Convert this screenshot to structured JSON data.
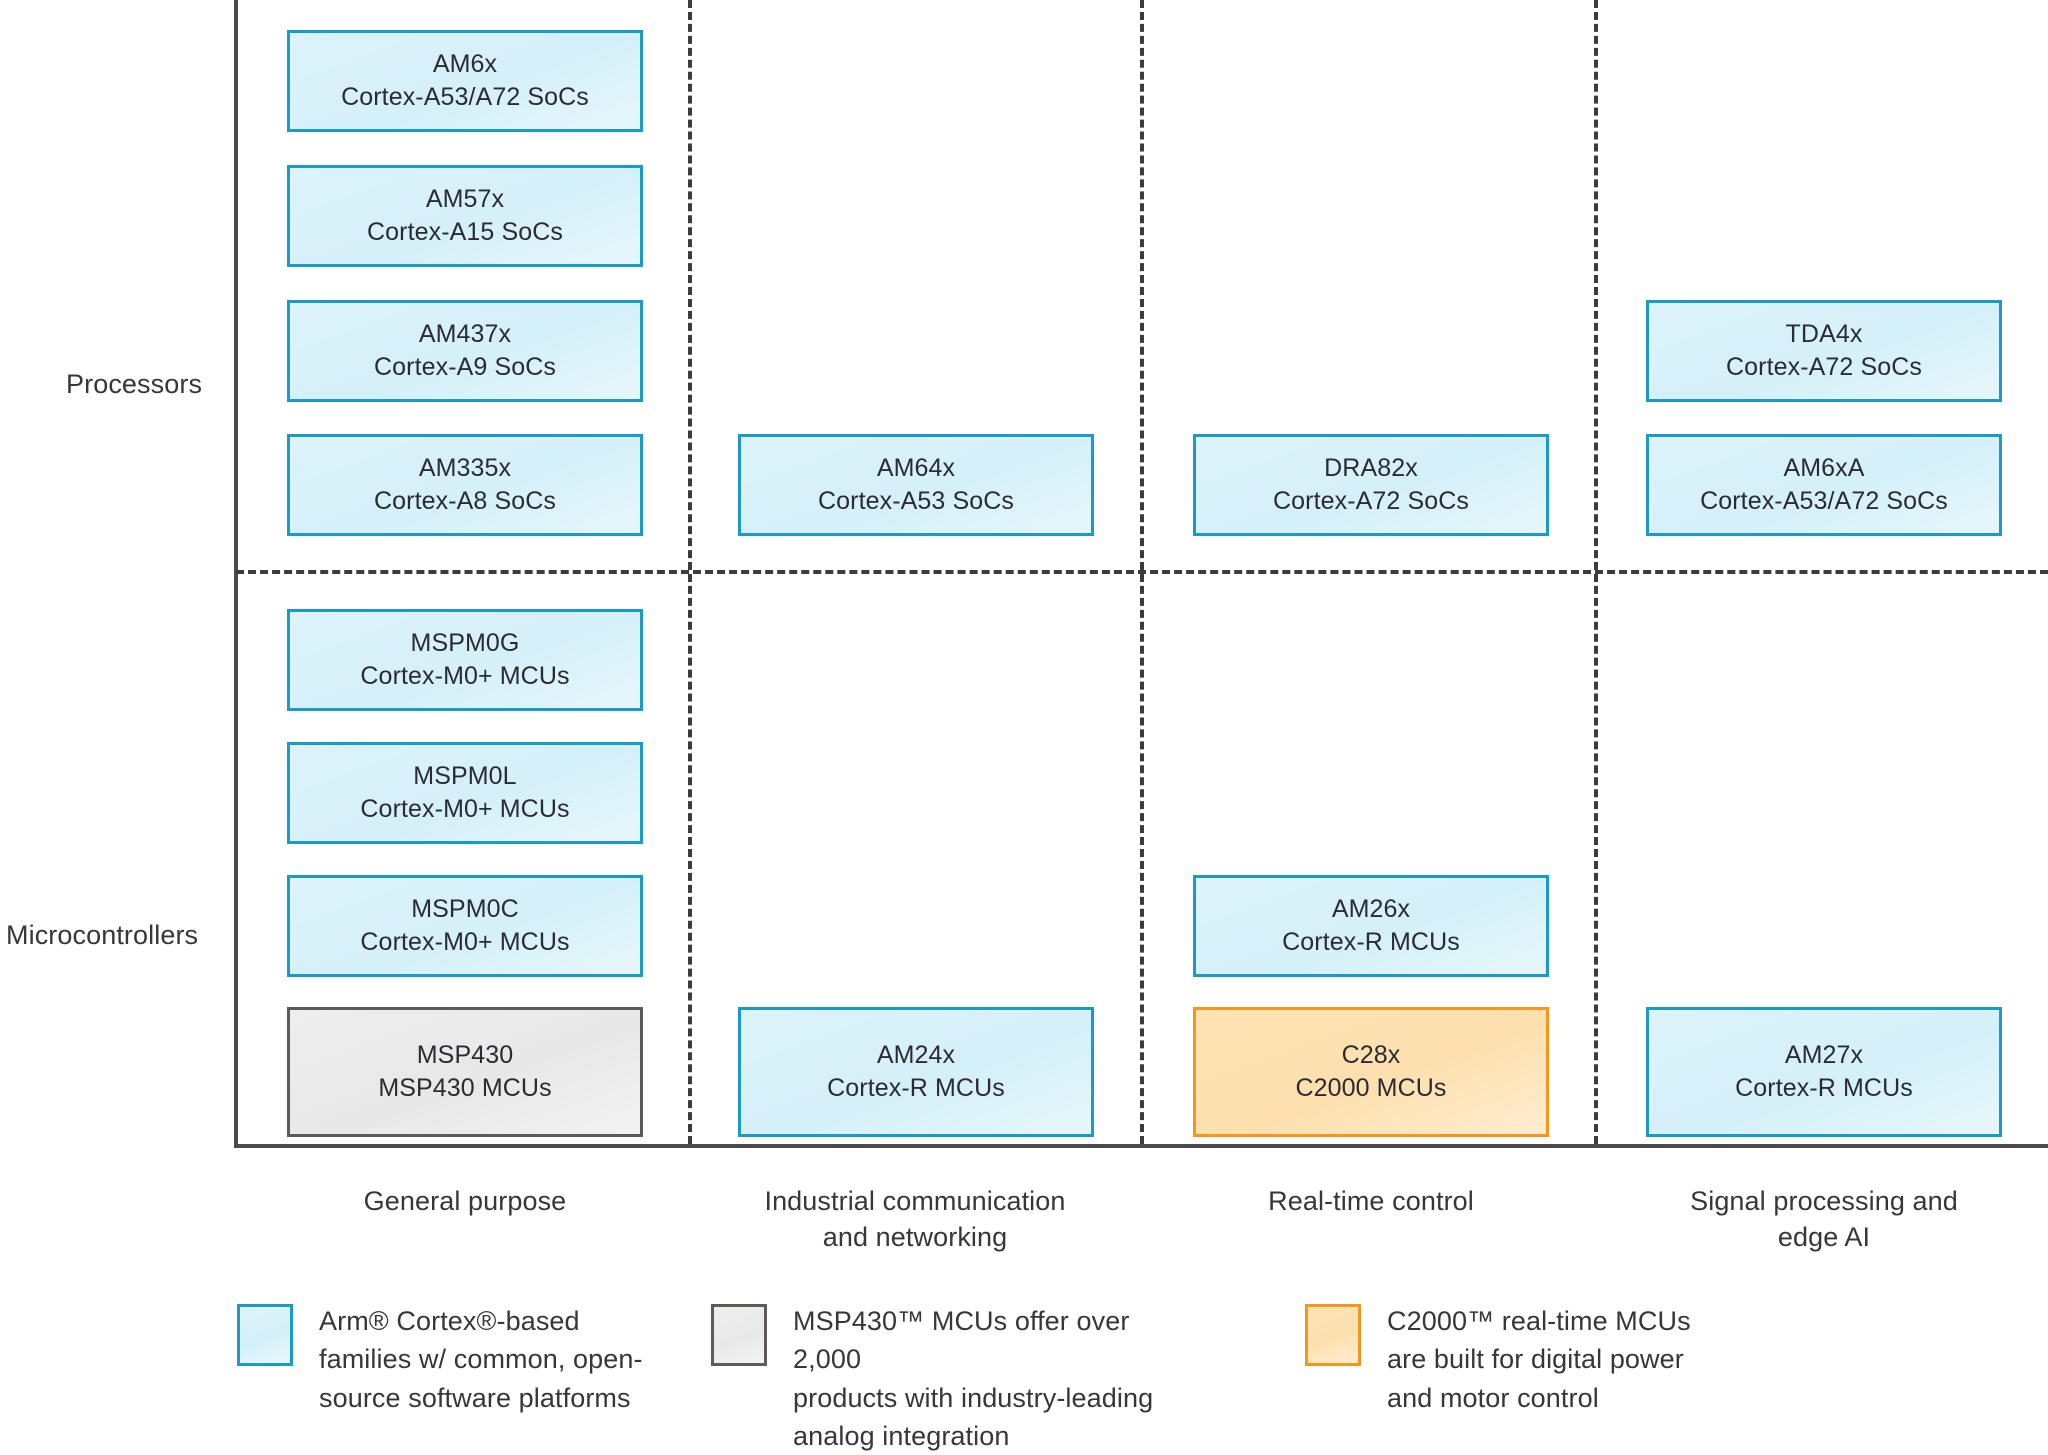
{
  "diagram": {
    "row_labels": [
      {
        "id": "processors",
        "label": "Processors"
      },
      {
        "id": "microcontrollers",
        "label": "Microcontrollers"
      }
    ],
    "columns": [
      {
        "id": "general-purpose",
        "caption": "General purpose"
      },
      {
        "id": "industrial-communication",
        "caption": "Industrial communication\nand networking"
      },
      {
        "id": "real-time-control",
        "caption": "Real-time control"
      },
      {
        "id": "signal-processing",
        "caption": "Signal processing and\nedge AI"
      }
    ],
    "boxes": [
      {
        "id": "am6x",
        "family": "AM6x",
        "core": "Cortex-A53/A72 SoCs",
        "type": "arm",
        "row": "processors",
        "column": "general-purpose"
      },
      {
        "id": "am57x",
        "family": "AM57x",
        "core": "Cortex-A15 SoCs",
        "type": "arm",
        "row": "processors",
        "column": "general-purpose"
      },
      {
        "id": "am437x",
        "family": "AM437x",
        "core": "Cortex-A9 SoCs",
        "type": "arm",
        "row": "processors",
        "column": "general-purpose"
      },
      {
        "id": "am335x",
        "family": "AM335x",
        "core": "Cortex-A8 SoCs",
        "type": "arm",
        "row": "processors",
        "column": "general-purpose"
      },
      {
        "id": "am64x",
        "family": "AM64x",
        "core": "Cortex-A53 SoCs",
        "type": "arm",
        "row": "processors",
        "column": "industrial-communication"
      },
      {
        "id": "dra82x",
        "family": "DRA82x",
        "core": "Cortex-A72 SoCs",
        "type": "arm",
        "row": "processors",
        "column": "real-time-control"
      },
      {
        "id": "tda4x",
        "family": "TDA4x",
        "core": "Cortex-A72 SoCs",
        "type": "arm",
        "row": "processors",
        "column": "signal-processing"
      },
      {
        "id": "am6xa",
        "family": "AM6xA",
        "core": "Cortex-A53/A72 SoCs",
        "type": "arm",
        "row": "processors",
        "column": "signal-processing"
      },
      {
        "id": "mspm0g",
        "family": "MSPM0G",
        "core": "Cortex-M0+ MCUs",
        "type": "arm",
        "row": "microcontrollers",
        "column": "general-purpose"
      },
      {
        "id": "mspm0l",
        "family": "MSPM0L",
        "core": "Cortex-M0+ MCUs",
        "type": "arm",
        "row": "microcontrollers",
        "column": "general-purpose"
      },
      {
        "id": "mspm0c",
        "family": "MSPM0C",
        "core": "Cortex-M0+ MCUs",
        "type": "arm",
        "row": "microcontrollers",
        "column": "general-purpose"
      },
      {
        "id": "msp430",
        "family": "MSP430",
        "core": "MSP430 MCUs",
        "type": "msp",
        "row": "microcontrollers",
        "column": "general-purpose"
      },
      {
        "id": "am24x",
        "family": "AM24x",
        "core": "Cortex-R MCUs",
        "type": "arm",
        "row": "microcontrollers",
        "column": "industrial-communication"
      },
      {
        "id": "am26x",
        "family": "AM26x",
        "core": "Cortex-R MCUs",
        "type": "arm",
        "row": "microcontrollers",
        "column": "real-time-control"
      },
      {
        "id": "c28x",
        "family": "C28x",
        "core": "C2000 MCUs",
        "type": "c2000",
        "row": "microcontrollers",
        "column": "real-time-control"
      },
      {
        "id": "am27x",
        "family": "AM27x",
        "core": "Cortex-R MCUs",
        "type": "arm",
        "row": "microcontrollers",
        "column": "signal-processing"
      }
    ],
    "legend": [
      {
        "id": "arm",
        "swatch": "arm",
        "text": "Arm® Cortex®-based\nfamilies w/ common, open-\nsource software platforms"
      },
      {
        "id": "msp430",
        "swatch": "msp",
        "text": "MSP430™ MCUs offer over 2,000\nproducts with industry-leading\nanalog integration"
      },
      {
        "id": "c2000",
        "swatch": "c2000",
        "text": "C2000™ real-time MCUs\nare built for digital power\nand motor control"
      }
    ],
    "colors": {
      "arm_fill": "#d4f0f9",
      "arm_border": "#1a9bc4",
      "msp_fill": "#eaeaea",
      "msp_border": "#5e5b57",
      "c2000_fill": "#fde0ae",
      "c2000_border": "#f7961e",
      "axis": "#4a4a4f",
      "text": "#36363d"
    }
  }
}
